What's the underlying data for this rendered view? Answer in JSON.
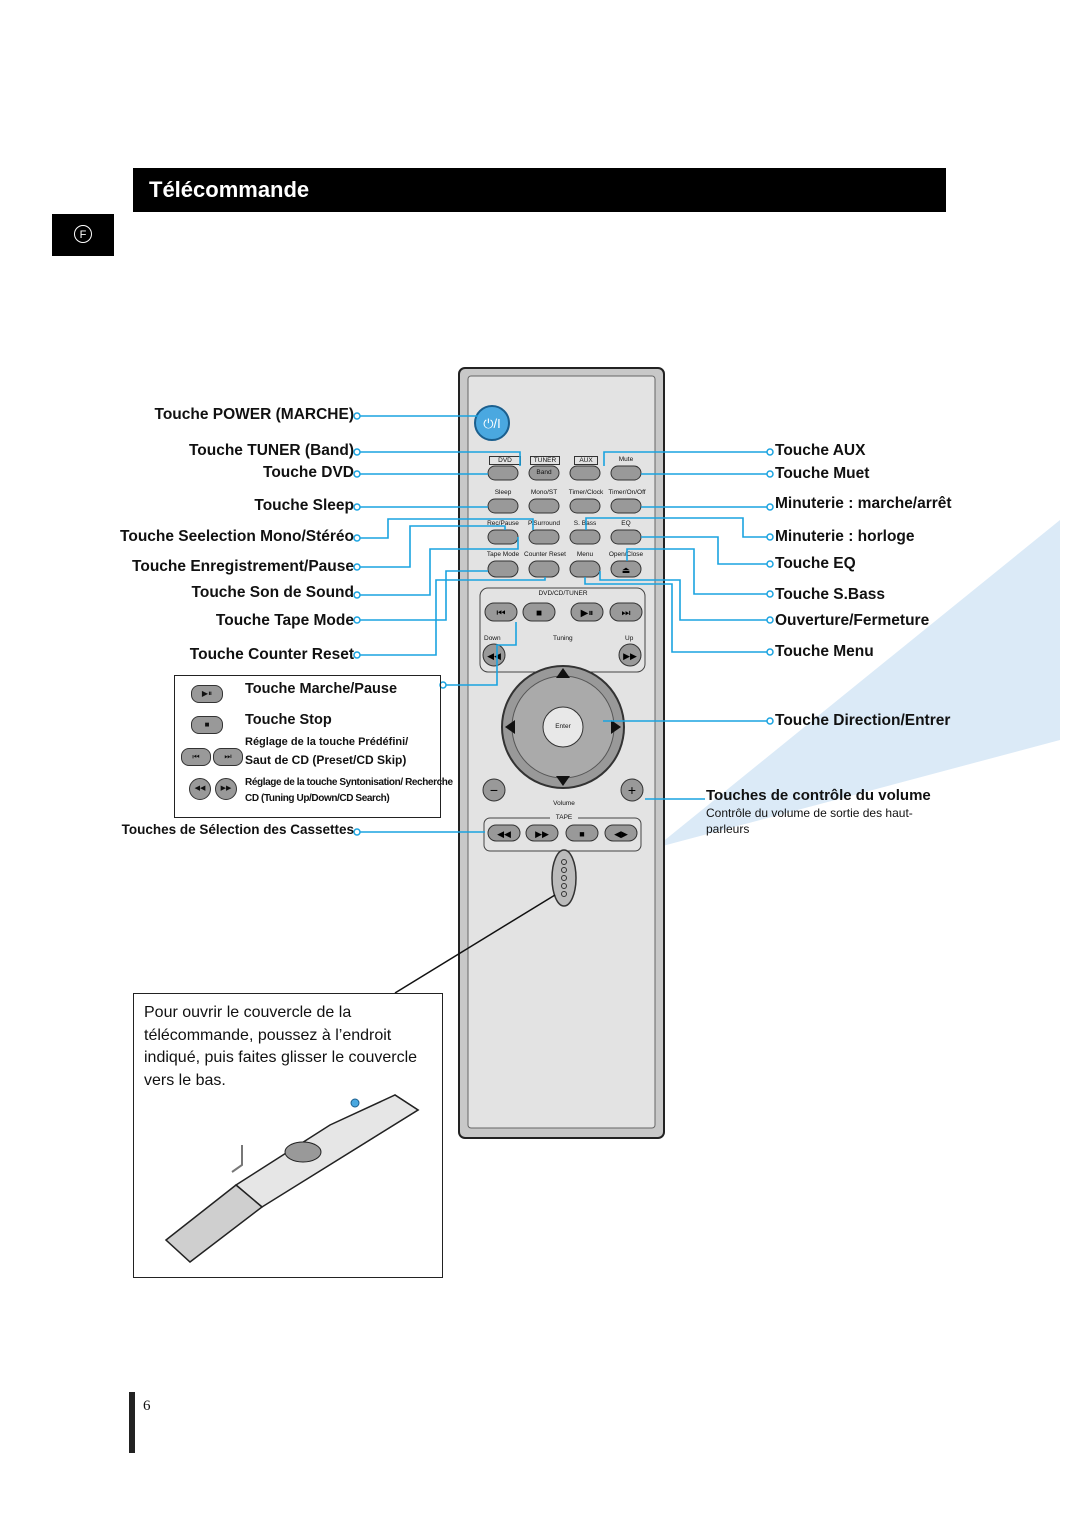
{
  "header": {
    "title": "Télécommande",
    "language_marker": "F"
  },
  "labels_left": {
    "power": "Touche POWER (MARCHE)",
    "tuner": "Touche TUNER (Band)",
    "dvd": "Touche DVD",
    "sleep": "Touche Sleep",
    "mono": "Touche Seelection Mono/Stéréo",
    "rec": "Touche Enregistrement/Pause",
    "sound": "Touche Son de  Sound",
    "tape_mode": "Touche Tape Mode",
    "counter_reset": "Touche Counter Reset",
    "cassettes": "Touches de Sélection des Cassettes"
  },
  "labels_right": {
    "aux": "Touche AUX",
    "mute": "Touche Muet",
    "timer_onoff": "Minuterie : marche/arrêt",
    "timer_clock": "Minuterie  : horloge",
    "eq": "Touche EQ",
    "sbass": "Touche S.Bass",
    "open_close": "Ouverture/Fermeture",
    "menu": "Touche Menu",
    "direction": "Touche Direction/Entrer",
    "volume_title": "Touches de contrôle du volume",
    "volume_note": "Contrôle du volume de sortie des haut-parleurs"
  },
  "legend": {
    "play_pause": "Touche Marche/Pause",
    "stop": "Touche Stop",
    "skip_line1": "Réglage de la touche Prédéfini/",
    "skip_line2": "Saut de CD (Preset/CD Skip)",
    "search_line1": "Réglage de la touche Syntonisation/ Recherche",
    "search_line2": "CD (Tuning Up/Down/CD Search)"
  },
  "remote": {
    "row1": [
      "DVD",
      "TUNER",
      "AUX",
      "Mute"
    ],
    "band": "Band",
    "row2": [
      "Sleep",
      "Mono/ST",
      "Timer/Clock",
      "Timer/On/Off"
    ],
    "row3": [
      "Rec/Pause",
      "P.Surround",
      "S. Bass",
      "EQ"
    ],
    "row4": [
      "Tape Mode",
      "Counter Reset",
      "Menu",
      "Open/Close"
    ],
    "section_dvd": "DVD/CD/TUNER",
    "down": "Down",
    "tuning": "Tuning",
    "up": "Up",
    "enter": "Enter",
    "volume": "Volume",
    "tape": "TAPE"
  },
  "open_instructions": "Pour ouvrir le couvercle de la télécommande, poussez à l’endroit indiqué, puis faites glisser le couvercle vers le bas.",
  "page_number": "6"
}
